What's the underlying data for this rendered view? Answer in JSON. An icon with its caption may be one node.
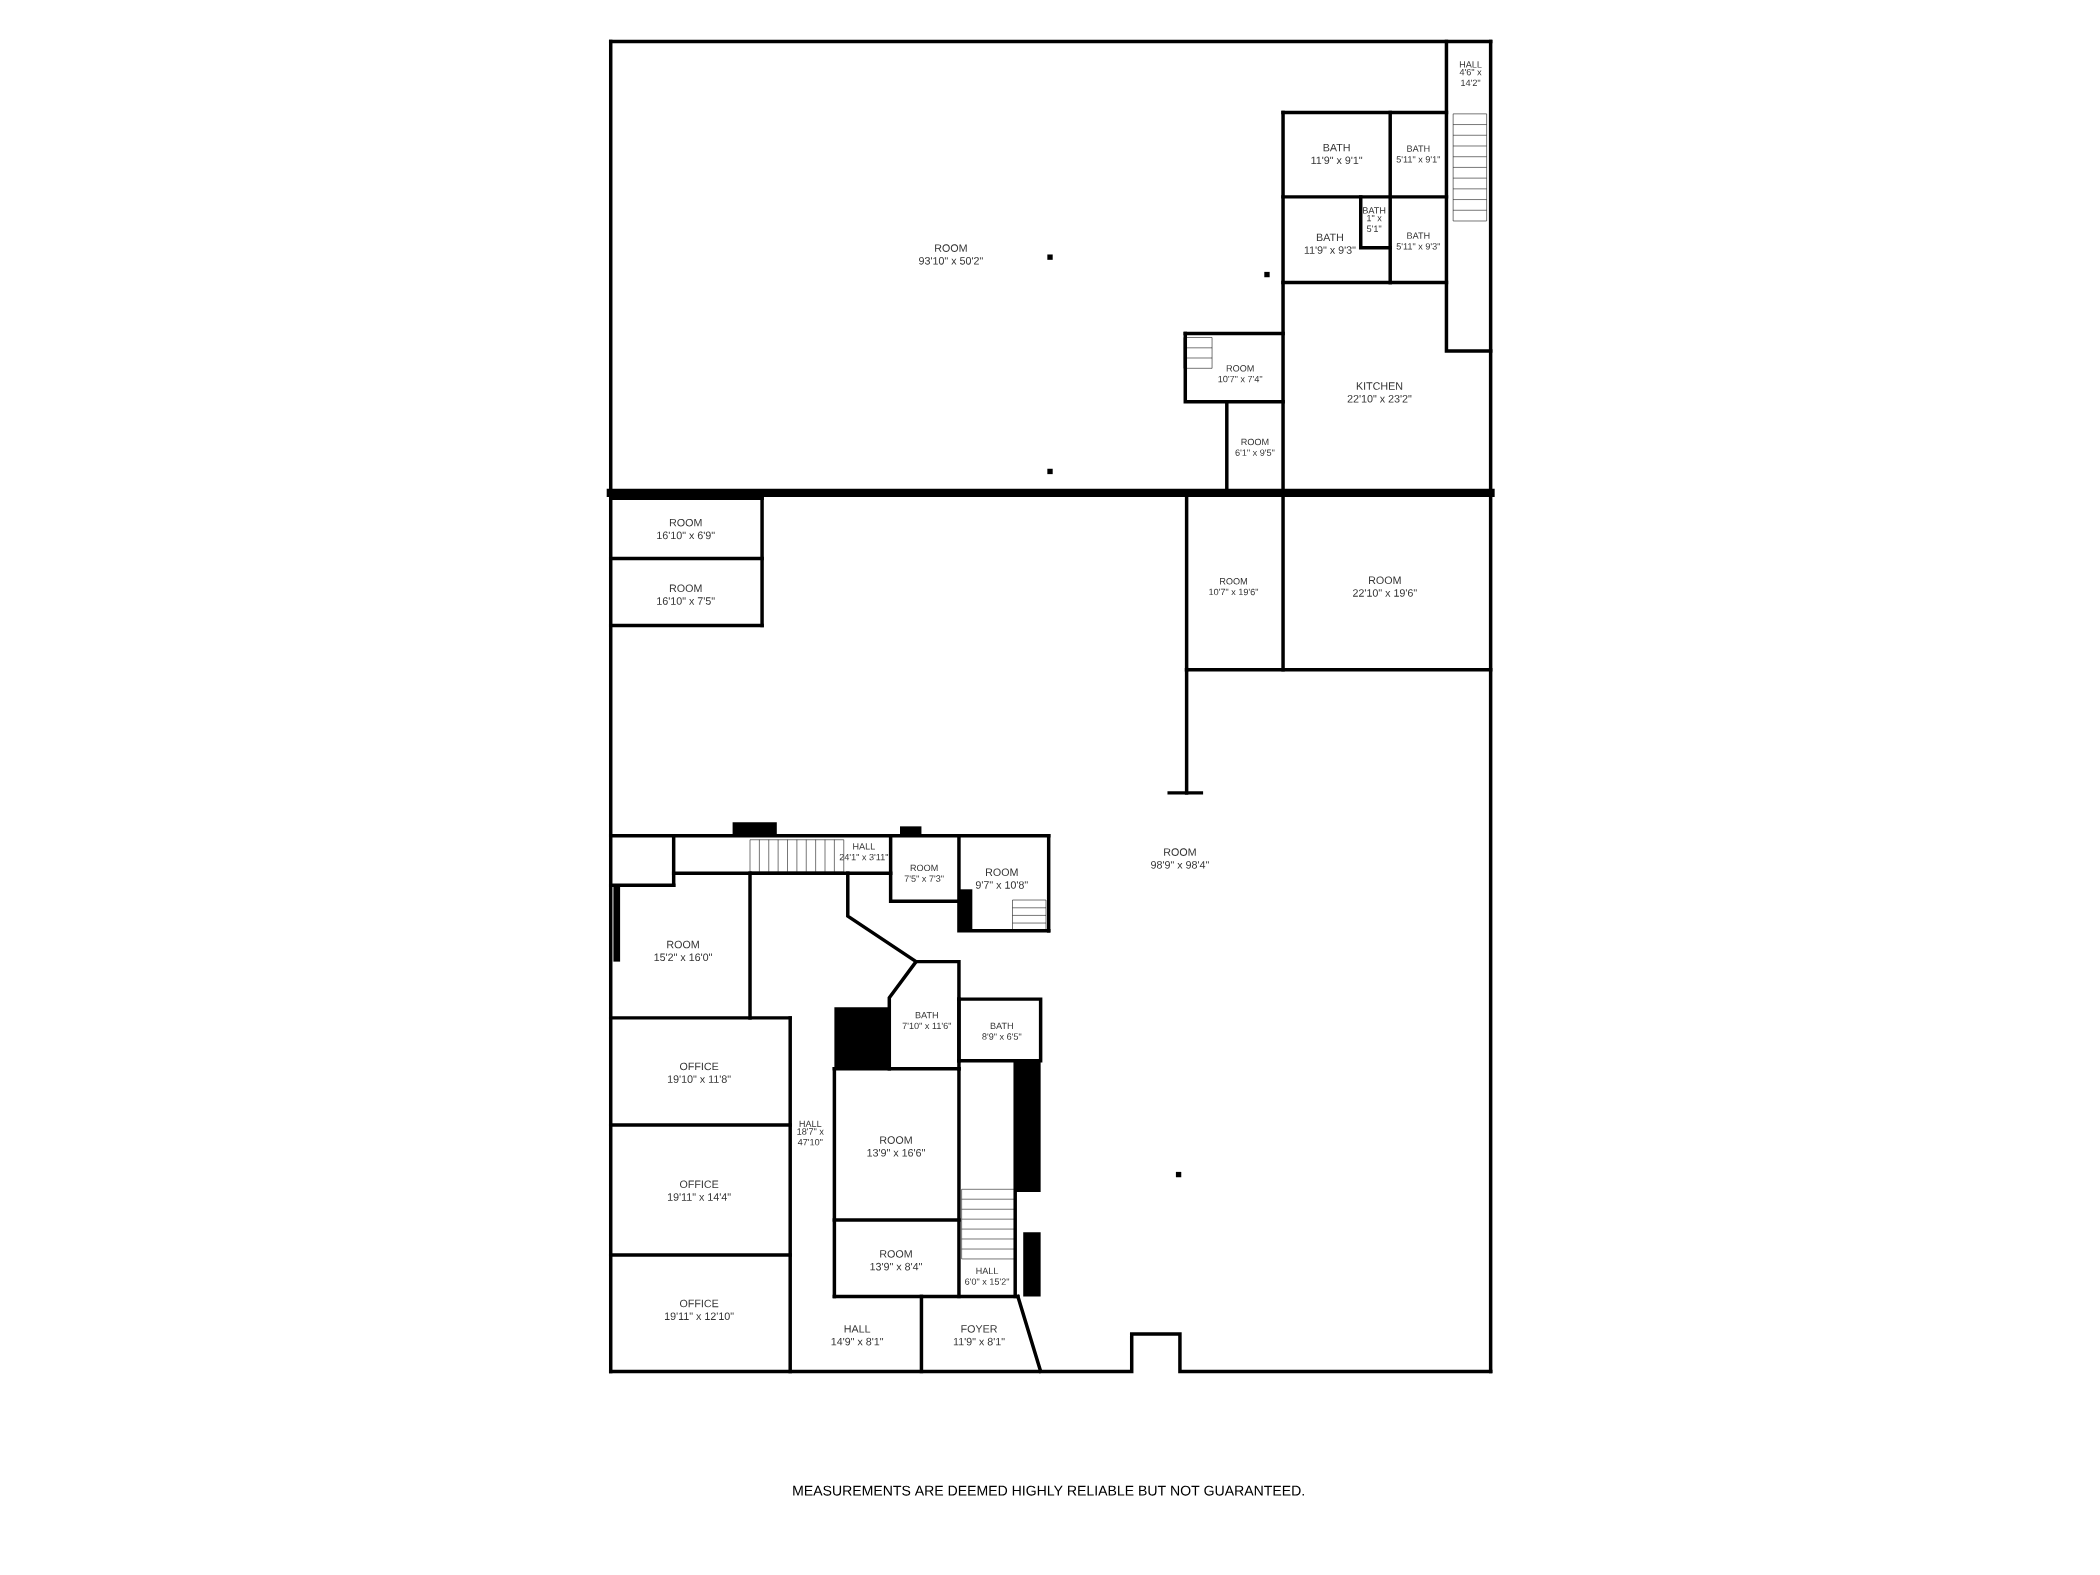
{
  "diagram": {
    "nodes": [
      {
        "text": [
          "ROOM",
          "93'10\" x 50'2\""
        ]
      },
      {
        "text": [
          "HALL",
          "4'6\" x 14'2\""
        ]
      },
      {
        "text": [
          "BATH",
          "11'9\" x 9'1\""
        ]
      },
      {
        "text": [
          "BATH",
          "5'11\" x 9'1\""
        ]
      },
      {
        "text": [
          "BATH",
          "1\" x 5'1\""
        ]
      },
      {
        "text": [
          "BATH",
          "11'9\" x 9'3\""
        ]
      },
      {
        "text": [
          "BATH",
          "5'11\" x 9'3\""
        ]
      },
      {
        "text": [
          "ROOM",
          "10'7\" x 7'4\""
        ]
      },
      {
        "text": [
          "KITCHEN",
          "22'10\" x 23'2\""
        ]
      },
      {
        "text": [
          "ROOM",
          "6'1\" x 9'5\""
        ]
      },
      {
        "text": [
          "ROOM",
          "16'10\" x 6'9\""
        ]
      },
      {
        "text": [
          "ROOM",
          "16'10\" x 7'5\""
        ]
      },
      {
        "text": [
          "ROOM",
          "10'7\" x 19'6\""
        ]
      },
      {
        "text": [
          "ROOM",
          "22'10\" x 19'6\""
        ]
      },
      {
        "text": [
          "ROOM",
          "98'9\" x 98'4\""
        ]
      },
      {
        "text": [
          "HALL",
          "24'1\" x 3'11\""
        ]
      },
      {
        "text": [
          "ROOM",
          "7'5\" x 7'3\""
        ]
      },
      {
        "text": [
          "ROOM",
          "9'7\" x 10'8\""
        ]
      },
      {
        "text": [
          "ROOM",
          "15'2\" x 16'0\""
        ]
      },
      {
        "text": [
          "BATH",
          "7'10\" x 11'6\""
        ]
      },
      {
        "text": [
          "BATH",
          "8'9\" x 6'5\""
        ]
      },
      {
        "text": [
          "OFFICE",
          "19'10\" x 11'8\""
        ]
      },
      {
        "text": [
          "HALL",
          "18'7\" x 47'10\""
        ]
      },
      {
        "text": [
          "ROOM",
          "13'9\" x 16'6\""
        ]
      },
      {
        "text": [
          "OFFICE",
          "19'11\" x 14'4\""
        ]
      },
      {
        "text": [
          "ROOM",
          "13'9\" x 8'4\""
        ]
      },
      {
        "text": [
          "HALL",
          "6'0\" x 15'2\""
        ]
      },
      {
        "text": [
          "OFFICE",
          "19'11\" x 12'10\""
        ]
      },
      {
        "text": [
          "HALL",
          "14'9\" x 8'1\""
        ]
      },
      {
        "text": [
          "FOYER",
          "11'9\" x 8'1\""
        ]
      }
    ],
    "labels": [
      "MEASUREMENTS ARE DEEMED HIGHLY RELIABLE BUT NOT GUARANTEED."
    ]
  }
}
